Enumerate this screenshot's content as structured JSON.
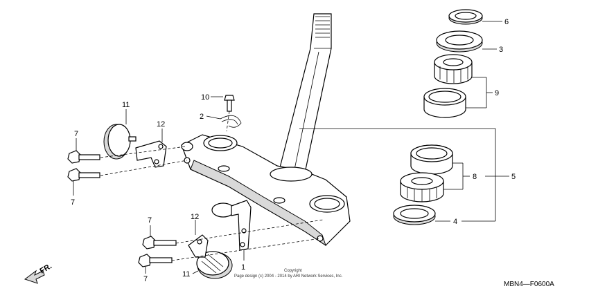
{
  "callouts": {
    "c1": "1",
    "c2": "2",
    "c3": "3",
    "c4": "4",
    "c5": "5",
    "c6": "6",
    "c7a": "7",
    "c7b": "7",
    "c7c": "7",
    "c7d": "7",
    "c8": "8",
    "c9": "9",
    "c10": "10",
    "c11a": "11",
    "c11b": "11",
    "c12a": "12",
    "c12b": "12"
  },
  "direction_label": "FR.",
  "copyright": {
    "line1": "Copyright",
    "line2": "Page design (c) 2004 - 2014 by ARI Network Services, Inc."
  },
  "diagram_code": "MBN4—F0600A"
}
